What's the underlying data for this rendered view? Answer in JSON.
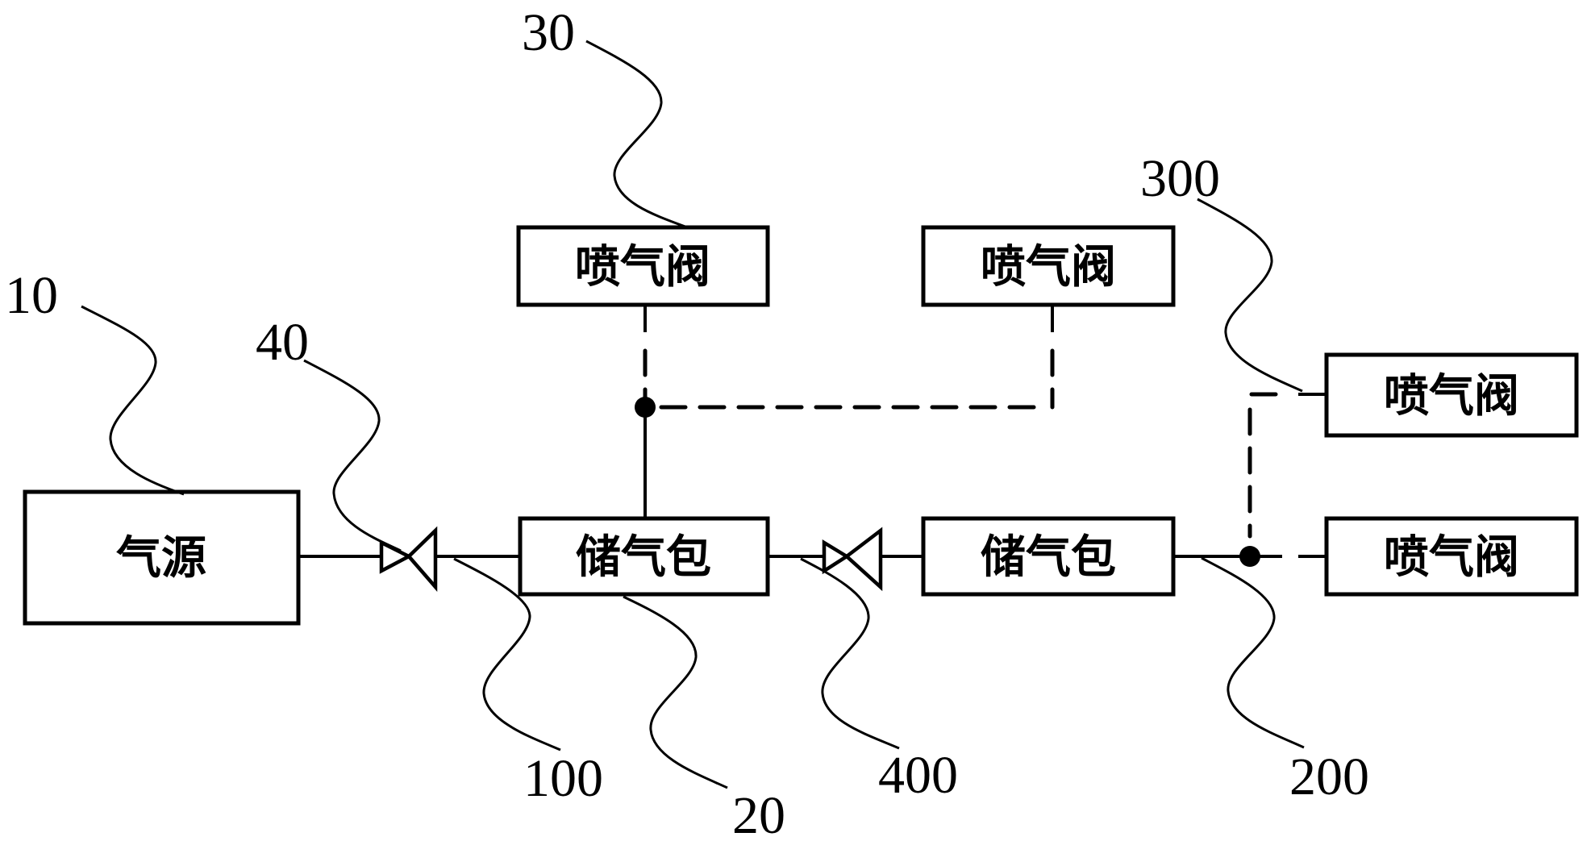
{
  "diagram": {
    "type": "pneumatic-system-schematic",
    "components": {
      "air_source": {
        "label": "气源",
        "ref": "10"
      },
      "tank_1": {
        "label": "储气包",
        "ref": "20"
      },
      "tank_2": {
        "label": "储气包"
      },
      "jet_valve_top_1": {
        "label": "喷气阀",
        "ref": "30"
      },
      "jet_valve_top_2": {
        "label": "喷气阀"
      },
      "jet_valve_right_1": {
        "label": "喷气阀",
        "ref": "300"
      },
      "jet_valve_right_2": {
        "label": "喷气阀"
      },
      "valve_1": {
        "ref": "40"
      },
      "valve_2": {
        "ref": "400"
      },
      "pipe_1": {
        "ref": "100"
      },
      "pipe_2": {
        "ref": "200"
      }
    },
    "reference_labels": [
      "10",
      "40",
      "30",
      "300",
      "100",
      "20",
      "400",
      "200"
    ],
    "connections": [
      {
        "from": "air_source",
        "to": "valve_1",
        "style": "solid"
      },
      {
        "from": "valve_1",
        "to": "tank_1",
        "style": "solid"
      },
      {
        "from": "tank_1",
        "to": "valve_2",
        "style": "solid"
      },
      {
        "from": "valve_2",
        "to": "tank_2",
        "style": "solid"
      },
      {
        "from": "tank_1",
        "to": "jet_valve_top_1",
        "style": "dashed"
      },
      {
        "from": "tank_1",
        "to": "jet_valve_top_2",
        "style": "dashed"
      },
      {
        "from": "tank_2",
        "to": "jet_valve_right_1",
        "style": "dashed"
      },
      {
        "from": "tank_2",
        "to": "jet_valve_right_2",
        "style": "dashed"
      }
    ]
  }
}
